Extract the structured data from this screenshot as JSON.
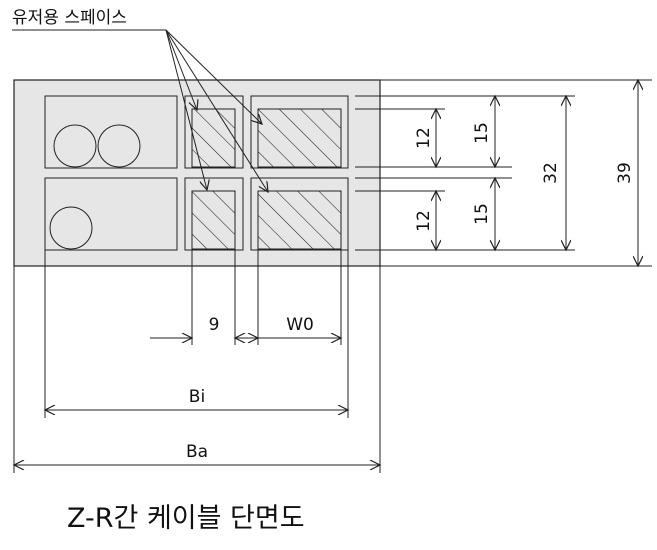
{
  "diagram": {
    "callout_label": "유저용 스페이스",
    "title": "Z-R간 케이블 단면도",
    "dimensions": {
      "slot_width": "9",
      "wide_slot_width": "W0",
      "inner_width": "Bi",
      "outer_width": "Ba",
      "upper_slot_height": "12",
      "upper_cell_height": "15",
      "lower_slot_height": "12",
      "lower_cell_height": "15",
      "inner_height": "32",
      "outer_height": "39"
    },
    "colors": {
      "body_fill": "#e6e6e6",
      "line": "#222222"
    }
  }
}
